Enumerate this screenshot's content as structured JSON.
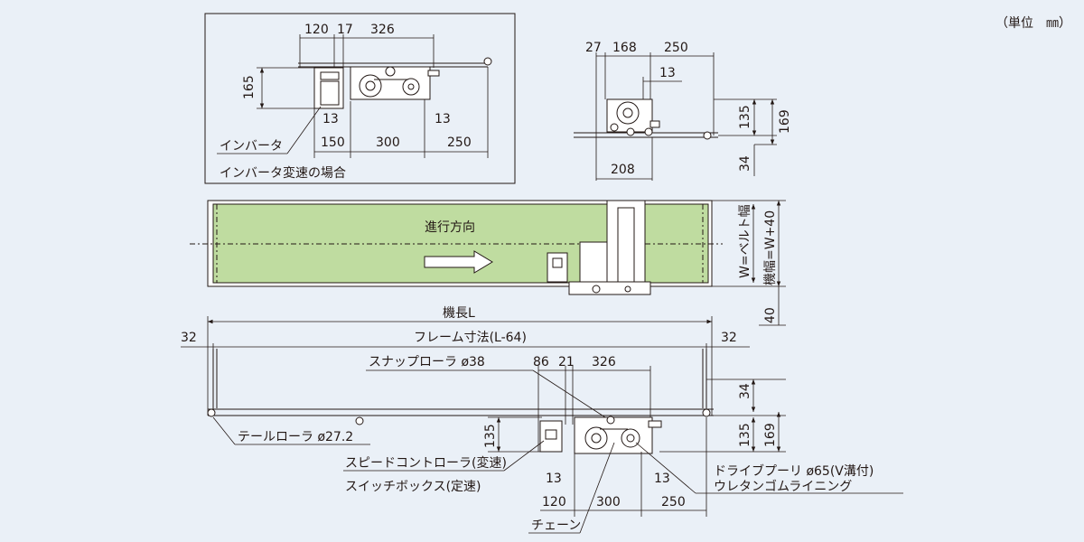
{
  "unit_label": "（単位　㎜）",
  "inverter_view": {
    "top_dims": [
      "120",
      "17",
      "326"
    ],
    "height_dim": "165",
    "small_dims": [
      "13",
      "13"
    ],
    "bottom_dims": [
      "150",
      "300",
      "250"
    ],
    "label_inverter": "インバータ",
    "caption": "インバータ変速の場合"
  },
  "side_view": {
    "top_dims": [
      "27",
      "168",
      "250"
    ],
    "offset_dim": "13",
    "right_dims": [
      "135",
      "169",
      "34"
    ],
    "bottom_dim": "208"
  },
  "plan_view": {
    "direction_label": "進行方向",
    "belt_width_label": "W=ベルト幅",
    "machine_width_label": "機幅=W+40",
    "offset_dim": "40",
    "belt_color": "#bfdca0"
  },
  "front_view": {
    "machine_length": "機長L",
    "frame_length": "フレーム寸法(L-64)",
    "end_dims": [
      "32",
      "32"
    ],
    "snap_roller": "スナップローラ  ø38",
    "top_dims": [
      "86",
      "21",
      "326"
    ],
    "right_dims": [
      "34",
      "135",
      "169"
    ],
    "tail_roller": "テールローラ  ø27.2",
    "height_dim": "135",
    "speed_controller": "スピードコントローラ(変速)",
    "switch_box": "スイッチボックス(定速)",
    "small_dims": [
      "13",
      "13"
    ],
    "bottom_dims": [
      "120",
      "300",
      "250"
    ],
    "chain": "チェーン",
    "drive_pulley": "ドライブプーリ  ø65(V溝付)",
    "lining": "ウレタンゴムライニング"
  }
}
